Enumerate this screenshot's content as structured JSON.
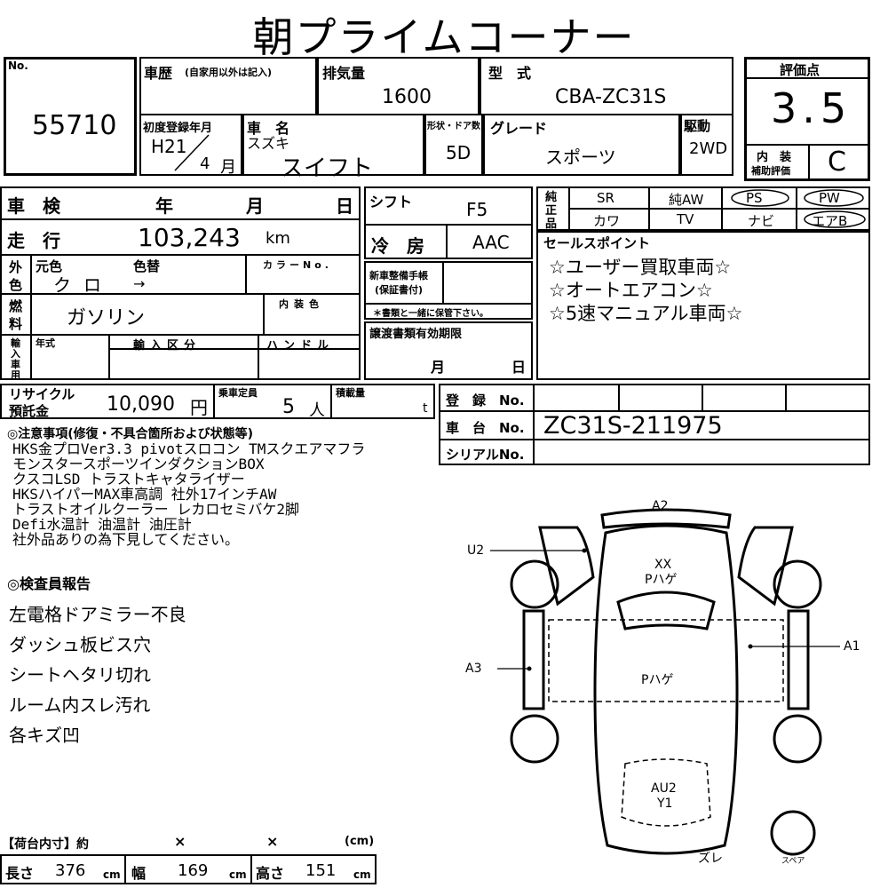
{
  "title": "朝プライムコーナー",
  "lot": {
    "label": "No.",
    "number": "55710"
  },
  "history": {
    "label": "車歴",
    "note": "(自家用以外は記入)"
  },
  "displacement": {
    "label": "排気量",
    "value": "1600"
  },
  "model": {
    "label": "型　式",
    "value": "CBA-ZC31S"
  },
  "score": {
    "label": "評価点",
    "value": "3.5",
    "interior_label_1": "内　装",
    "interior_label_2": "補助評価",
    "interior_value": "C"
  },
  "first_reg": {
    "label": "初度登録年月",
    "era_year": "H21",
    "month": "4",
    "month_unit": "月"
  },
  "car_name": {
    "label": "車　名",
    "maker": "スズキ",
    "name": "スイフト"
  },
  "doors": {
    "label": "形状・ドア数",
    "value": "5D"
  },
  "grade": {
    "label": "グレード",
    "value": "スポーツ"
  },
  "drive": {
    "label": "駆動",
    "value": "2WD"
  },
  "inspection": {
    "label": "車　検",
    "year": "年",
    "month": "月",
    "day": "日"
  },
  "mileage": {
    "label": "走　行",
    "value": "103,243",
    "unit": "km"
  },
  "shift": {
    "label": "シフト",
    "value": "F5"
  },
  "ac": {
    "label": "冷　房",
    "value": "AAC"
  },
  "color": {
    "side_1": "外",
    "side_2": "色",
    "orig_label": "元色",
    "change_label": "色替",
    "orig_value": "クロ",
    "change_value": "→",
    "code_label": "カラーNo."
  },
  "fuel": {
    "side_1": "燃",
    "side_2": "料",
    "value": "ガソリン",
    "interior_label": "内装色"
  },
  "manual": {
    "label_1": "新車整備手帳",
    "label_2": "(保証書付)",
    "note": "＊書類と一緒に保管下さい。"
  },
  "transfer": {
    "label": "譲渡書類有効期限",
    "month": "月",
    "day": "日"
  },
  "import": {
    "side_1": "輸",
    "side_2": "入",
    "side_3": "車",
    "side_4": "用",
    "year_label": "年式",
    "class_label": "輸入区分",
    "handle_label": "ハンドル"
  },
  "recycle": {
    "label_1": "リサイクル",
    "label_2": "預託金",
    "value": "10,090",
    "unit": "円"
  },
  "capacity": {
    "label": "乗車定員",
    "value": "5",
    "unit": "人"
  },
  "load": {
    "label": "積載量",
    "unit": "t"
  },
  "equipment": {
    "side_1": "純",
    "side_2": "正",
    "side_3": "品",
    "items": [
      "SR",
      "純AW",
      "PS",
      "PW",
      "カワ",
      "TV",
      "ナビ",
      "エアB"
    ]
  },
  "sales": {
    "label": "セールスポイント",
    "points": [
      "☆ユーザー買取車両☆",
      "☆オートエアコン☆",
      "☆5速マニュアル車両☆"
    ]
  },
  "registration": {
    "label": "登　録　No."
  },
  "chassis": {
    "label": "車　台　No.",
    "value": "ZC31S-211975"
  },
  "serial": {
    "label": "シリアルNo."
  },
  "notes": {
    "label": "◎注意事項(修復・不具合箇所および状態等)",
    "lines": [
      "HKS金プロVer3.3 pivotスロコン TMスクエアマフラ",
      "モンスタースポーツインダクションBOX",
      "クスコLSD トラストキャタライザー",
      "HKSハイパーMAX車高調 社外17インチAW",
      "トラストオイルクーラー レカロセミバケ2脚",
      "Defi水温計 油温計 油圧計",
      "社外品ありの為下見してください。"
    ]
  },
  "report": {
    "label": "◎検査員報告",
    "lines": [
      "左電格ドアミラー不良",
      "ダッシュ板ビス穴",
      "シートヘタリ切れ",
      "ルーム内スレ汚れ",
      "各キズ凹"
    ]
  },
  "cargo": {
    "label": "【荷台内寸】約",
    "x1": "×",
    "x2": "×",
    "unit_cm": "(cm)",
    "length_label": "長さ",
    "length": "376",
    "width_label": "幅",
    "width": "169",
    "height_label": "高さ",
    "height": "151",
    "cm": "cm"
  },
  "diagram": {
    "a2": "A2",
    "u2": "U2",
    "xx": "XX",
    "phage1": "Pハゲ",
    "a1": "A1",
    "a3": "A3",
    "phage2": "Pハゲ",
    "au2": "AU2",
    "y1": "Y1",
    "zure": "ズレ",
    "spare": "スペア"
  }
}
